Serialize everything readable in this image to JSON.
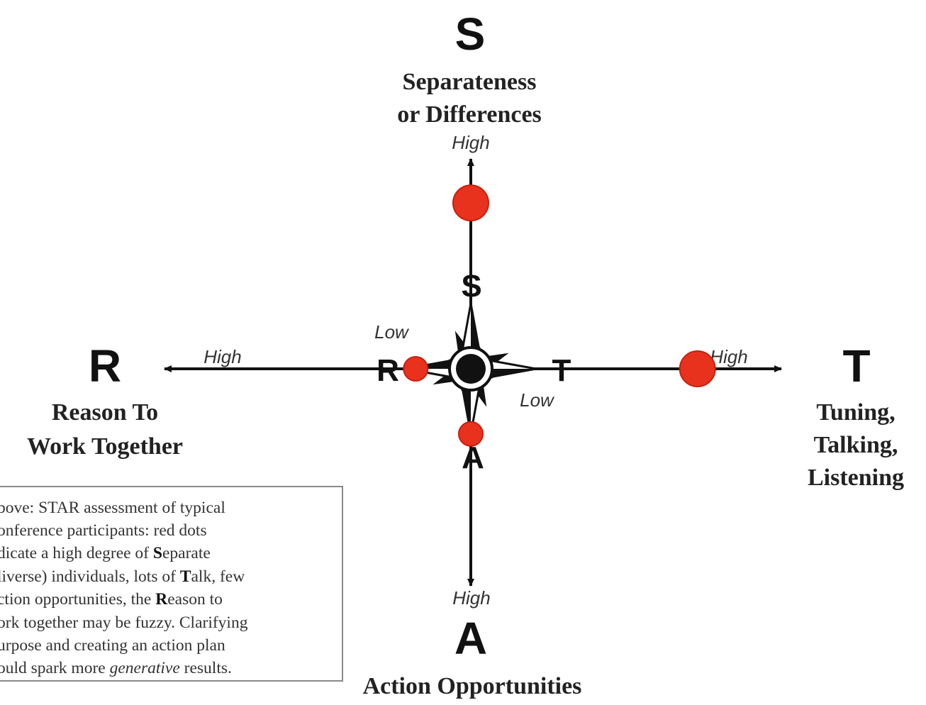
{
  "diagram": {
    "axes": {
      "s": {
        "letter": "S",
        "title_lines": [
          "Separateness",
          "or Differences"
        ],
        "end_label": "High",
        "compass_letter": "S"
      },
      "r": {
        "letter": "R",
        "title_lines": [
          "Reason To",
          "Work Together"
        ],
        "end_label": "High",
        "center_label": "Low",
        "compass_letter": "R"
      },
      "t": {
        "letter": "T",
        "title_lines": [
          "Tuning,",
          "Talking,",
          "Listening"
        ],
        "end_label": "High",
        "center_label": "Low",
        "compass_letter": "T"
      },
      "a": {
        "letter": "A",
        "title_lines": [
          "Action Opportunities"
        ],
        "end_label": "High",
        "compass_letter": "A"
      }
    },
    "assessment_dots": {
      "color": "#e8321e",
      "levels": {
        "S": 0.79,
        "T": 0.73,
        "R": 0.18,
        "A": 0.3
      }
    },
    "note": {
      "lines": [
        [
          "bove: STAR assessment of typical"
        ],
        [
          "onference participants: red dots"
        ],
        [
          "dicate a high degree of ",
          {
            "b": "S"
          },
          "eparate"
        ],
        [
          "liverse) individuals, lots of ",
          {
            "b": "T"
          },
          "alk, few"
        ],
        [
          "ction opportunities, the ",
          {
            "b": "R"
          },
          "eason to"
        ],
        [
          "ork together may be fuzzy. Clarifying"
        ],
        [
          "urpose and creating an action plan"
        ],
        [
          "ould spark more ",
          {
            "i": "generative"
          },
          " results."
        ]
      ]
    }
  }
}
